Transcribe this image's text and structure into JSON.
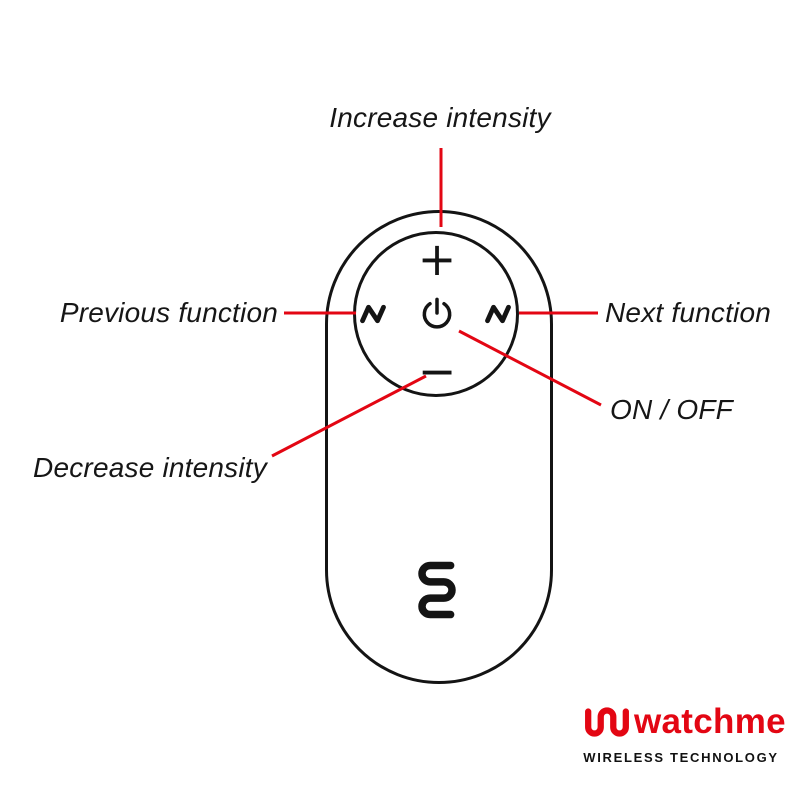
{
  "page": {
    "background": "#ffffff"
  },
  "diagram": {
    "annotations": {
      "increase": "Increase intensity",
      "previous": "Previous function",
      "next": "Next function",
      "on_off": "ON / OFF",
      "decrease": "Decrease intensity"
    },
    "remote": {
      "plus_label": "+",
      "minus_label": "−",
      "icons": {
        "power": "power-icon",
        "wave_left": "wave-left-icon",
        "wave_right": "wave-right-icon",
        "logo": "watchme-monogram-icon"
      }
    },
    "colors": {
      "leader_red": "#e30613",
      "outline_black": "#141414"
    }
  },
  "brand": {
    "logo_icon": "watchme-logo-icon",
    "name": "watchme",
    "tagline": "WIRELESS TECHNOLOGY",
    "accent": "#e30613"
  }
}
